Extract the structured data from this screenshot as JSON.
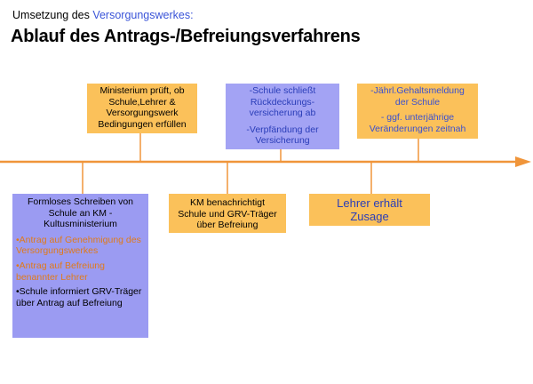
{
  "header": {
    "subtitle_prefix": "Umsetzung des ",
    "subtitle_highlight": "Versorgungswerkes:",
    "title": "Ablauf des Antrags-/Befreiungsverfahrens"
  },
  "top_boxes": {
    "ministerium": [
      "Ministerium prüft, ob",
      "Schule,Lehrer &",
      "Versorgungswerk",
      "Bedingungen erfüllen"
    ],
    "schule": [
      "-Schule schließt",
      "Rückdeckungs-",
      "versicherung ab",
      "",
      "-Verpfändung der",
      "Versicherung"
    ],
    "gehalt": [
      "-Jährl.Gehaltsmeldung",
      "der Schule",
      "",
      "- ggf. unterjährige",
      "Veränderungen zeitnah"
    ]
  },
  "bottom_boxes": {
    "formlos": {
      "head": [
        "Formloses Schreiben von",
        "Schule an KM  -",
        "Kultusministerium"
      ],
      "bullets": [
        "•Antrag auf Genehmigung des Versorgungswerkes",
        "•Antrag auf Befreiung benannter Lehrer",
        "•Schule informiert GRV-Träger über Antrag auf Befreiung"
      ]
    },
    "km": [
      "KM benachrichtigt",
      "Schule und GRV-Träger",
      "über Befreiung"
    ],
    "lehrer": [
      "Lehrer erhält",
      "Zusage"
    ]
  },
  "colors": {
    "arrow": "#f0953a",
    "orange_box": "#fbc15a",
    "violet_box": "#9b9bf2",
    "bullet_orange": "#e07a1a"
  }
}
